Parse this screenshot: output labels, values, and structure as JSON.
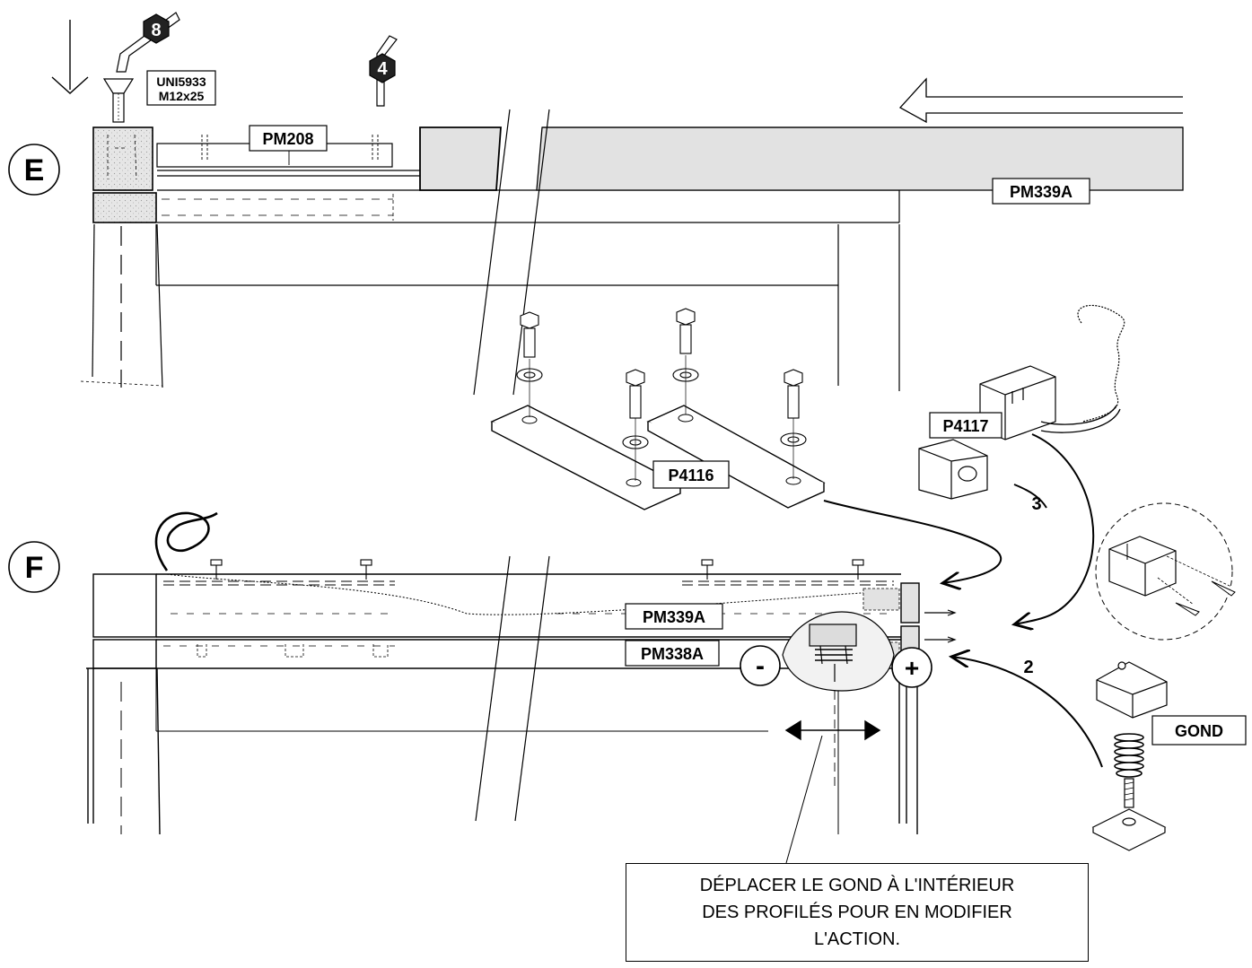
{
  "callouts": {
    "step_e": "E",
    "step_f": "F",
    "hex_key_8": "8",
    "hex_key_4": "4",
    "minus": "-",
    "plus": "+",
    "num_3": "3",
    "num_2": "2"
  },
  "labels": {
    "screw_line1": "UNI5933",
    "screw_line2": "M12x25",
    "pm208": "PM208",
    "pm339a_top": "PM339A",
    "p4116": "P4116",
    "p4117": "P4117",
    "pm339a": "PM339A",
    "pm338a": "PM338A",
    "gond": "GOND"
  },
  "note": {
    "line1": "DÉPLACER LE GOND À L'INTÉRIEUR",
    "line2": "DES PROFILÉS POUR EN MODIFIER",
    "line3": "L'ACTION."
  },
  "colors": {
    "stroke": "#000000",
    "profile_fill": "#e2e2e2",
    "background": "#ffffff"
  }
}
